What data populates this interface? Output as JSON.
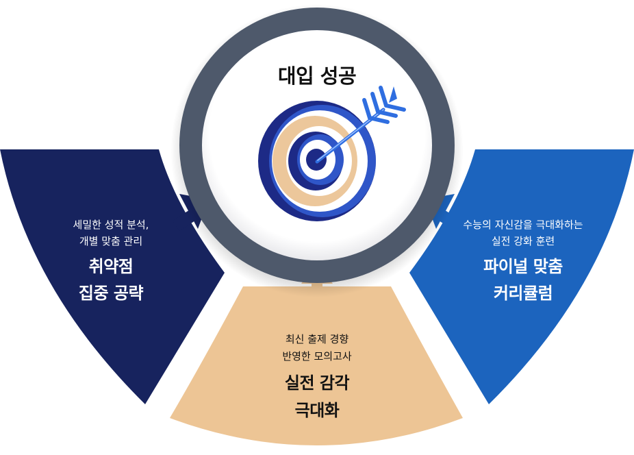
{
  "center": {
    "title": "대입 성공"
  },
  "segments": {
    "left": {
      "sub_line1": "세밀한 성적 분석,",
      "sub_line2": "개별 맞춤 관리",
      "head_line1": "취약점",
      "head_line2": "집중 공략"
    },
    "bottom": {
      "sub_line1": "최신 출제 경향",
      "sub_line2": "반영한 모의고사",
      "head_line1": "실전 감각",
      "head_line2": "극대화"
    },
    "right": {
      "sub_line1": "수능의 자신감을 극대화하는",
      "sub_line2": "실전 강화 훈련",
      "head_line1": "파이널 맞춤",
      "head_line2": "커리큘럼"
    }
  },
  "colors": {
    "navy": "#17235e",
    "beige": "#edc595",
    "blue": "#1c64be",
    "ring": "#4e596b",
    "target_dark": "#1d2a86",
    "target_blue": "#2f56c8",
    "target_beige": "#ecc79b",
    "arrow_blue": "#2f6ee0",
    "text_dark": "#111111",
    "text_light": "#ffffff"
  }
}
